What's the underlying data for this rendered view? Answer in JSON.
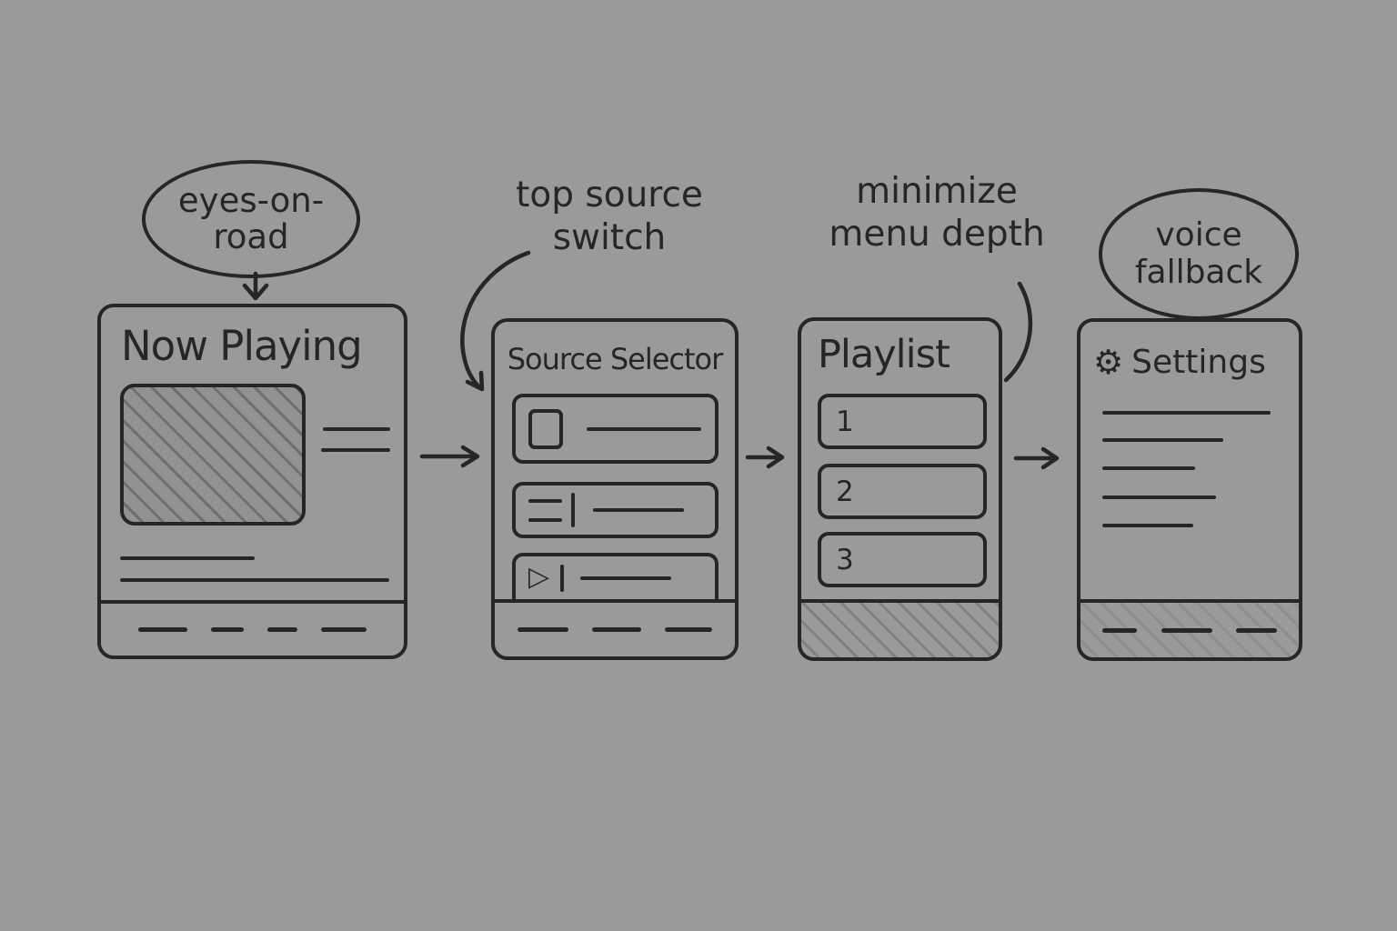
{
  "palette": {
    "background": "#9a9a9a",
    "ink": "#262626"
  },
  "annotations": {
    "eyes_on_road": {
      "line1": "eyes-on-",
      "line2": "road"
    },
    "top_source_switch": {
      "line1": "top source",
      "line2": "switch"
    },
    "minimize_menu_depth": {
      "line1": "minimize",
      "line2": "menu depth"
    },
    "voice_fallback": {
      "line1": "voice",
      "line2": "fallback"
    }
  },
  "screens": {
    "now_playing": {
      "title": "Now Playing"
    },
    "source_selector": {
      "title": "Source Selector",
      "play_icon": "▷"
    },
    "playlist": {
      "title": "Playlist",
      "items": [
        "1",
        "2",
        "3"
      ]
    },
    "settings": {
      "title": "Settings",
      "gear_icon": "⚙"
    }
  }
}
